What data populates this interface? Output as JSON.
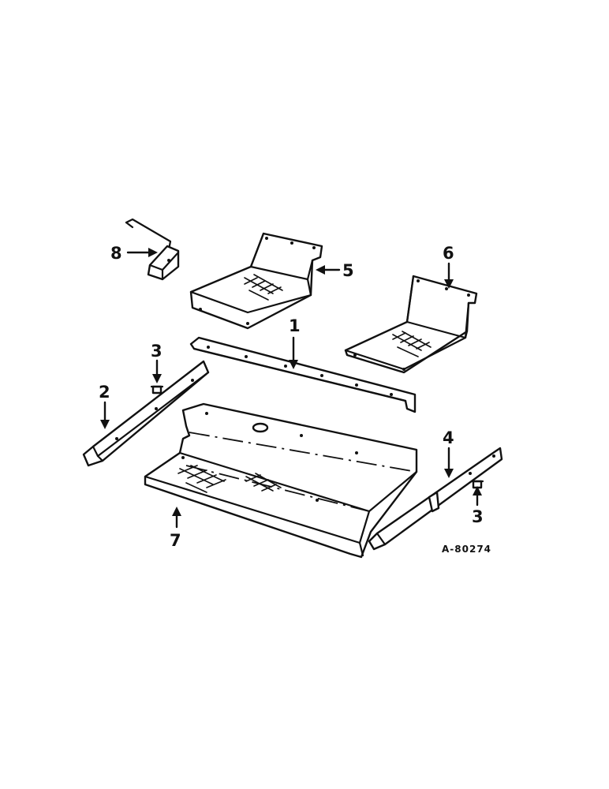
{
  "callouts": [
    "1",
    "2",
    "3",
    "3",
    "4",
    "5",
    "6",
    "7",
    "8"
  ],
  "reference_code": "A-80274",
  "colors": {
    "line": "#111111",
    "background": "#ffffff"
  }
}
